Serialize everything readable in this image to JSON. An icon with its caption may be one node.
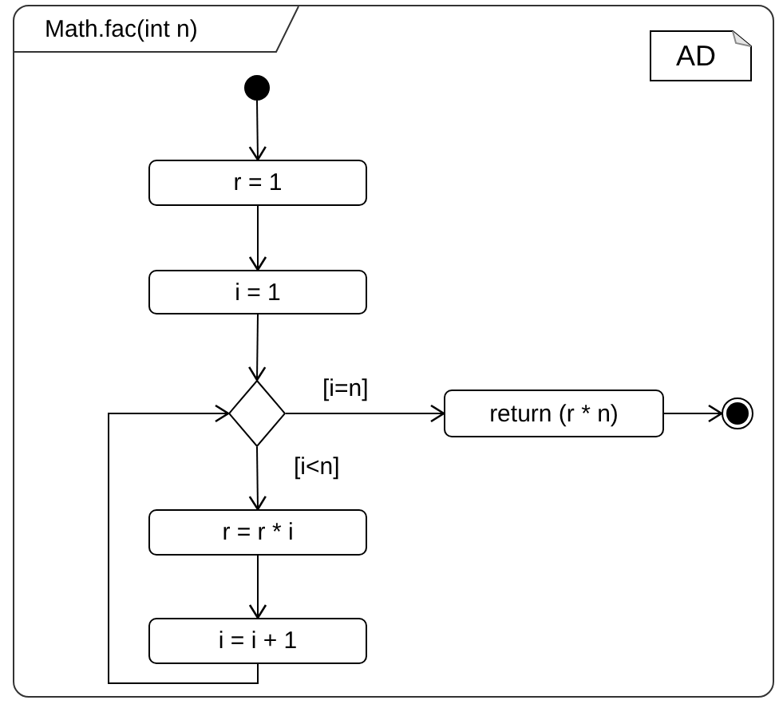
{
  "diagram": {
    "nodes": [
      {
        "text": [
          "Math.fac(int n)"
        ]
      },
      {
        "text": [
          "AD"
        ],
        "in": 0
      },
      {
        "text": [],
        "shape": "circle",
        "in": 0
      },
      {
        "text": [
          "r = 1"
        ],
        "in": 0
      },
      {
        "text": [
          "i = 1"
        ],
        "in": 0
      },
      {
        "text": [],
        "shape": "diamond",
        "in": 0
      },
      {
        "text": [
          "return (r * n)"
        ],
        "in": 0
      },
      {
        "text": [],
        "shape": "bullseye",
        "in": 0
      },
      {
        "text": [
          "r = r * i"
        ],
        "in": 0
      },
      {
        "text": [
          "i = i + 1"
        ],
        "in": 0
      }
    ],
    "edges": [
      {
        "from": 2,
        "to": 3,
        "arrow": "to"
      },
      {
        "from": 3,
        "to": 4,
        "arrow": "to"
      },
      {
        "from": 4,
        "to": 5,
        "arrow": "to"
      },
      {
        "from": 5,
        "to": 6,
        "arrow": "to",
        "label": "[i=n]"
      },
      {
        "from": 6,
        "to": 7,
        "arrow": "to"
      },
      {
        "from": 5,
        "to": 8,
        "arrow": "to",
        "label": "[i<n]"
      },
      {
        "from": 8,
        "to": 9,
        "arrow": "to"
      },
      {
        "from": 9,
        "to": 5,
        "arrow": "to"
      }
    ]
  }
}
